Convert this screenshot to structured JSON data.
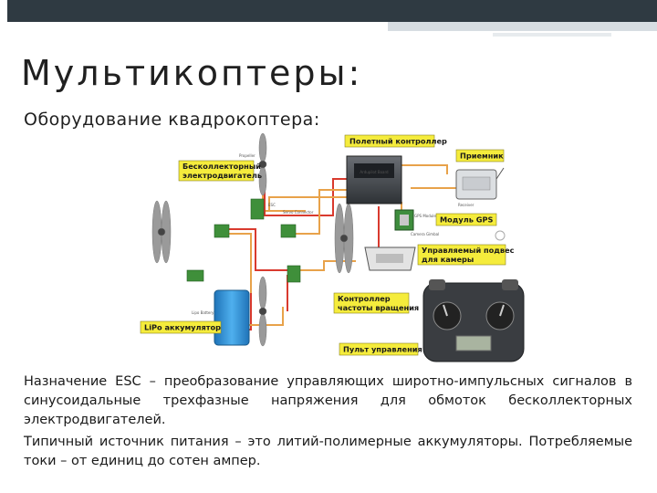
{
  "slide": {
    "title": "Мультикоптеры:",
    "subtitle": "Оборудование квадрокоптера:",
    "paragraphs": [
      "Назначение ESC – преобразование управляющих широтно-импульсных сигналов в синусоидальные трехфазные напряжения для обмоток бесколлекторных электродвигателей.",
      "Типичный источник питания – это литий-полимерные аккумуляторы. Потребляемые токи – от единиц до сотен ампер."
    ]
  },
  "diagram": {
    "callouts": {
      "motor_line1": "Бесколлекторный",
      "motor_line2": "электродвигатель",
      "flight_controller": "Полетный контроллер",
      "receiver": "Приемник",
      "gps": "Модуль GPS",
      "gimbal_line1": "Управляемый подвес",
      "gimbal_line2": "для камеры",
      "speed_line1": "Контроллер",
      "speed_line2": "частоты вращения",
      "battery": "LiPo аккумулятор",
      "remote": "Пульт управления"
    },
    "small_labels": {
      "esc": "ESC",
      "propeller": "Propeller",
      "ardupilot": "Ardupilot Board",
      "receiver_small": "Receiver",
      "gps_small": "GPS Module",
      "servo": "Servo Connector",
      "lipo": "Lipo Battery",
      "gimbal_small": "Camera Gimbal"
    },
    "colors": {
      "callout_fill": "#f5ec3c",
      "wire_orange": "#e8a24a",
      "wire_red": "#d93a2e",
      "esc_green": "#3f8f3a",
      "battery_blue": "#2a8fd6",
      "propeller_gray": "#9a9a9a"
    }
  }
}
